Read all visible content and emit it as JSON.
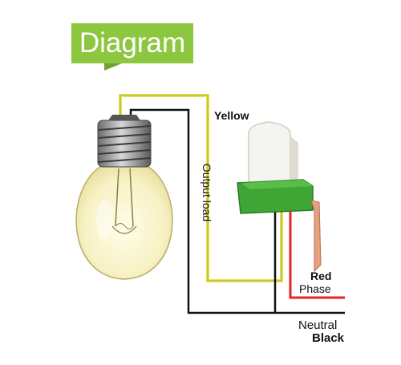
{
  "banner": {
    "title": "Diagram",
    "color": "#8dc63f"
  },
  "labels": {
    "yellow": "Yellow",
    "output_load": "Output load",
    "red": "Red",
    "phase": "Phase",
    "neutral": "Neutral",
    "black": "Black"
  },
  "colors": {
    "yellow_wire": "#e8e64a",
    "black_wire": "#111111",
    "red_wire": "#e3262a",
    "sensor_base": "#3fa535",
    "sensor_cap": "#f4f4f0"
  }
}
